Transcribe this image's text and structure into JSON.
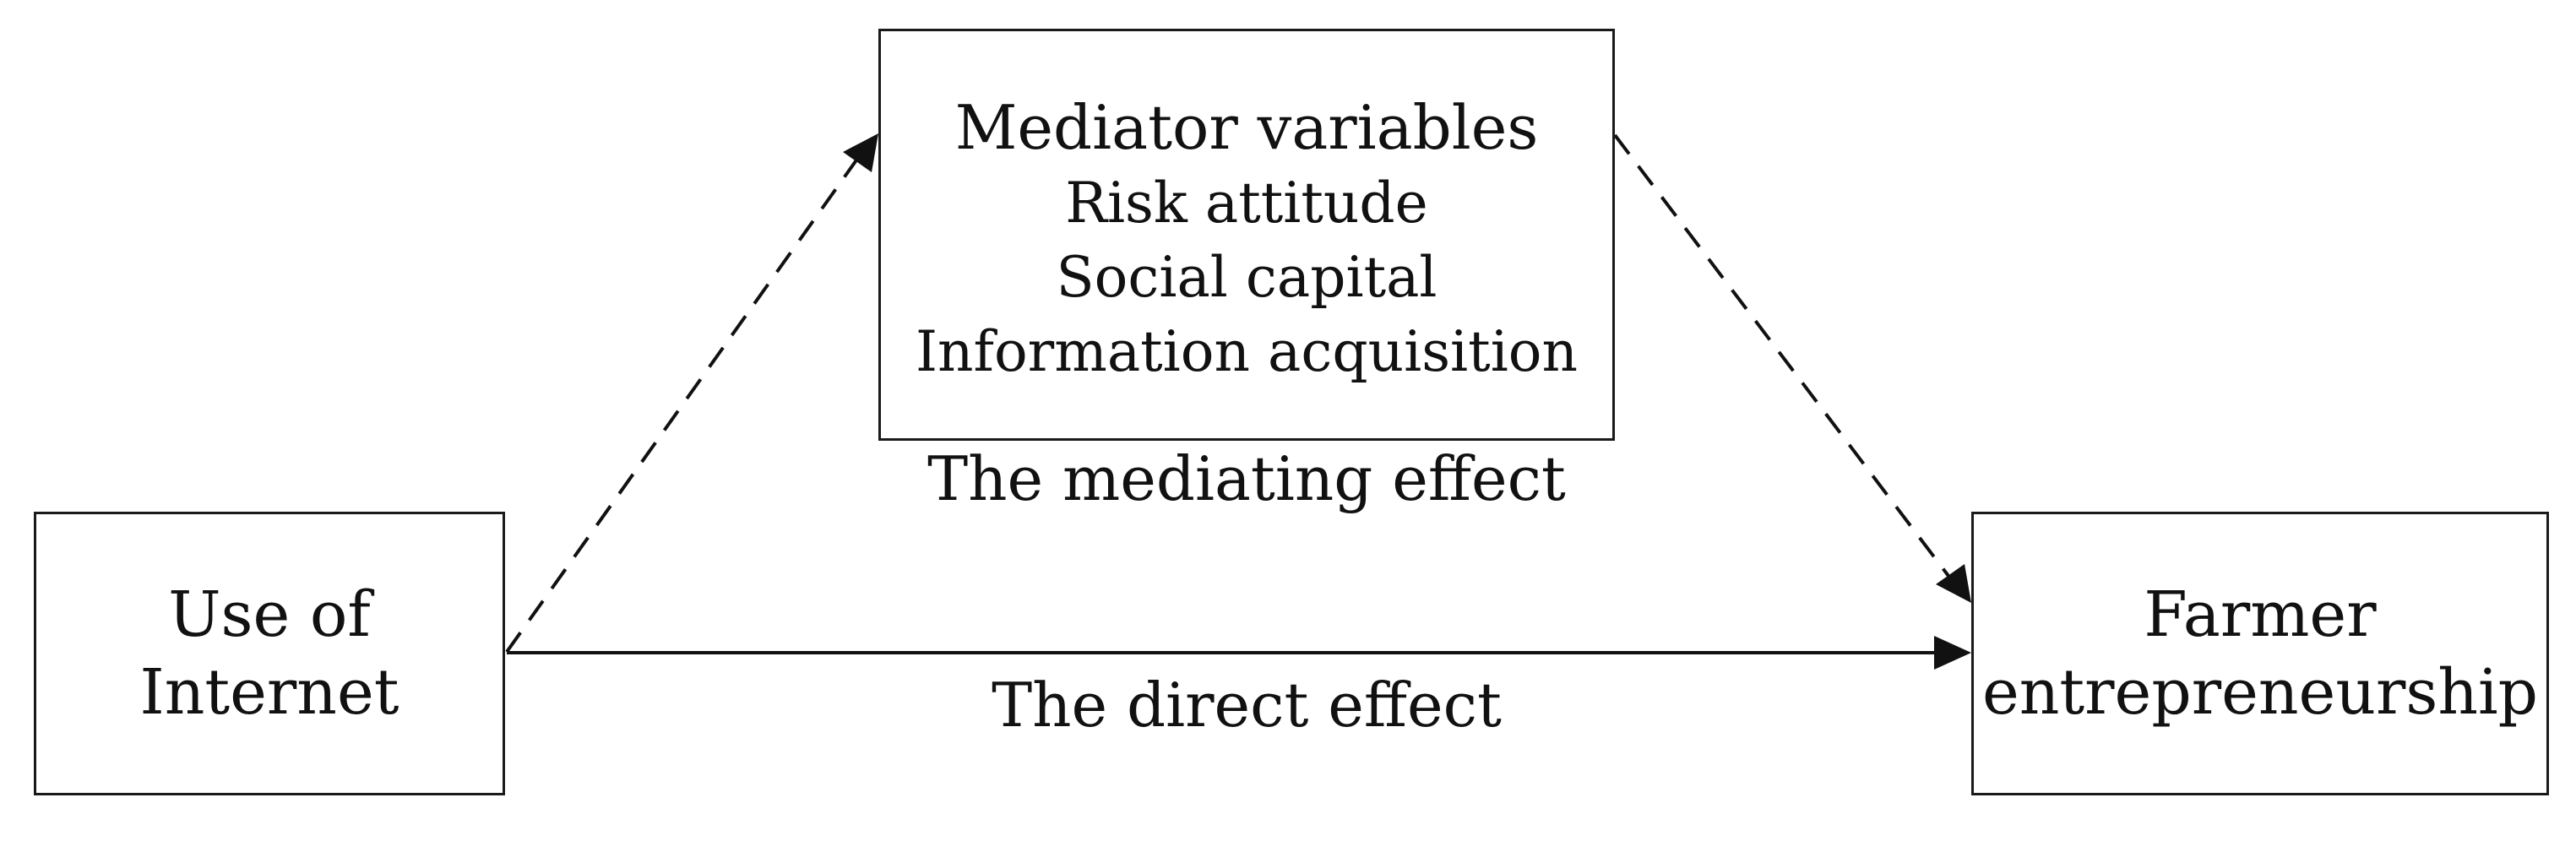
{
  "diagram": {
    "mediator": {
      "title": "Mediator variables",
      "items": [
        "Risk attitude",
        "Social capital",
        "Information acquisition"
      ]
    },
    "source": {
      "label": "Use of Internet"
    },
    "outcome": {
      "label_line1": "Farmer",
      "label_line2": "entrepreneurship"
    },
    "mediating_effect_label": "The mediating effect",
    "direct_effect_label": "The direct effect",
    "colors": {
      "line": "#111111",
      "box_border": "#1a1a1a",
      "background": "#ffffff"
    }
  }
}
